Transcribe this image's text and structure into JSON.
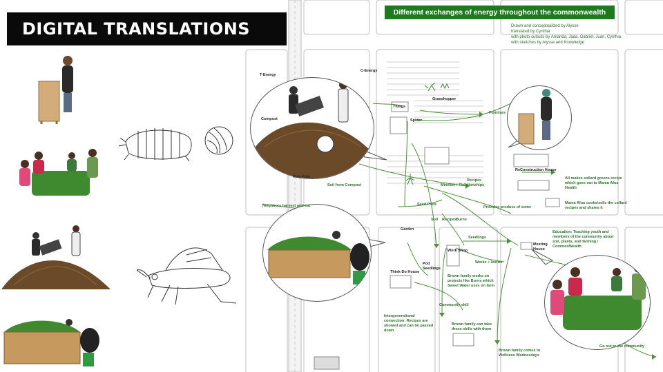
{
  "slide_title": "DIGITAL TRANSLATIONS",
  "map_title": "Different exchanges of energy throughout the commonwealth",
  "credits": [
    "Drawn and conceptualized by Alysse",
    "translated by Cynthia",
    "with photo cutouts by Amanda, Jada, Gabriel, Juan, Cynthia",
    "with sketches by Alysse and Knowledge"
  ],
  "labels": {
    "t_energy": "T-Energy",
    "c_energy": "C-Energy",
    "compost": "Compost",
    "things": "Things",
    "grasshopper": "Grasshopper",
    "spider": "Spider",
    "roly_poly": "Roly Poly",
    "soil_from_compost": "Soil from Compost",
    "recipes": "Recipes",
    "furniture": "Furniture",
    "reconstruction_house": "ReConstruction House",
    "collard_recipe": "All makes collard greens recipe which goes out to Mama Afua Health",
    "mama_afua": "Mama Afua cooks/sells the collard recipes and shares it",
    "mindset": "Mindset + Relationships",
    "neighbors": "Neighbors harvest and eat",
    "garden": "Garden",
    "seedlings": "Seedlings",
    "pod_seedlings": "Pod Seedlings",
    "work_shop": "Work Shop",
    "think_do_house": "Think-Do House",
    "meeting_house": "Meeting House",
    "education": "Education: Teaching youth and members of the community about soil, plants, and farming / CommonWealth",
    "works_learns": "Works + learns",
    "brown_family_projects": "Brown family works on projects like Burns which Sweet Water uses on farm",
    "intergenerational": "Intergenerational connection: Recipes are showed and can be passed down",
    "brown_family_skills": "Brown family can take those skills with them",
    "brown_family_wellness": "Brown family comes to Wellness Wednesdays",
    "community_skill": "Community skill",
    "go_out": "Go out to the community",
    "provides": "Provides produce of some",
    "burns": "Burns",
    "recipes2": "Recipes",
    "soil": "Soil",
    "seed_pods": "Seed Pods"
  },
  "colors": {
    "accent_green": "#1f7a1f",
    "arrow_green": "#4e8f3a",
    "map_line": "#b5b5b5"
  }
}
